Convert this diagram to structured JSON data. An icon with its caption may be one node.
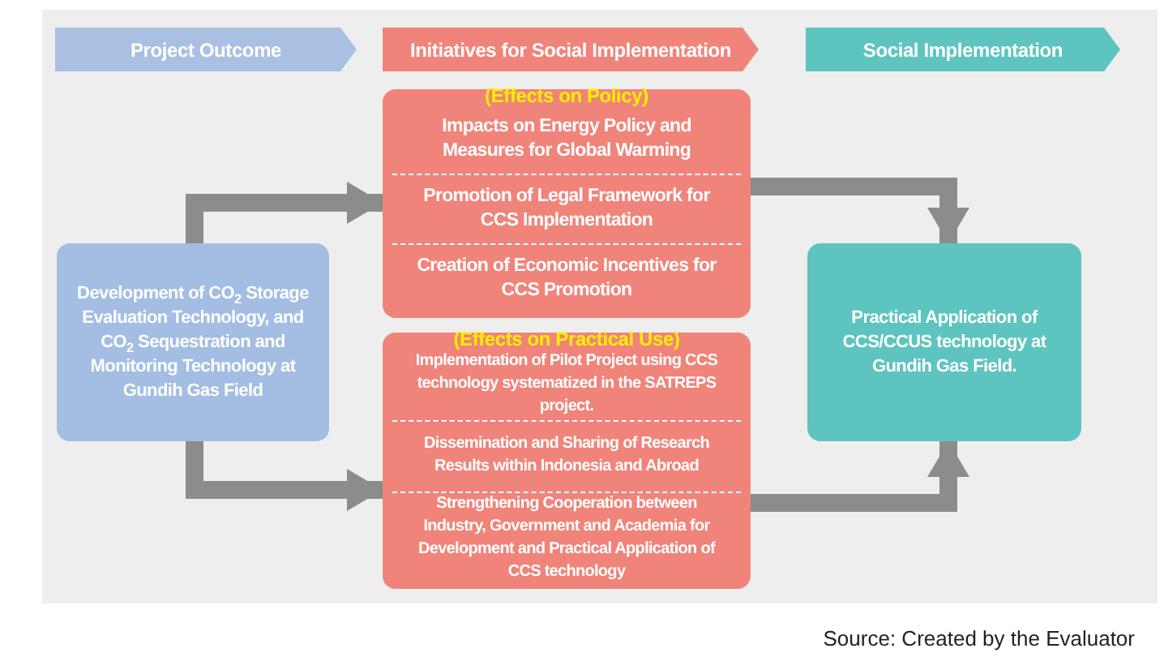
{
  "diagram": {
    "nodes": [
      {
        "text": [
          "Project Outcome"
        ]
      },
      {
        "text": [
          "Initiatives for Social Implementation"
        ]
      },
      {
        "text": [
          "Social Implementation"
        ]
      },
      {
        "text": [
          "Development of CO$_{2}$ Storage Evaluation Technology, and CO$_{2}$ Sequestration and Monitoring Technology at Gundih Gas Field"
        ]
      },
      {
        "text": [
          "(Effects on Policy)"
        ]
      },
      {
        "text": [
          "Impacts on Energy Policy and Measures for Global Warming"
        ],
        "in": 4
      },
      {
        "text": [
          "Promotion of Legal Framework for CCS Implementation"
        ],
        "in": 4
      },
      {
        "text": [
          "Creation of Economic Incentives for CCS Promotion"
        ],
        "in": 4
      },
      {
        "text": [
          "(Effects on Practical Use)"
        ]
      },
      {
        "text": [
          "Implementation of Pilot Project using CCS technology systematized in the SATREPS project."
        ],
        "in": 8
      },
      {
        "text": [
          "Dissemination and Sharing of Research Results within Indonesia and Abroad"
        ],
        "in": 8
      },
      {
        "text": [
          "Strengthening Cooperation between Industry, Government and Academia for Development and Practical Application of CCS technology"
        ],
        "in": 8
      },
      {
        "text": [
          "Practical Application of CCS/CCUS technology at Gundih Gas Field."
        ]
      }
    ],
    "edges": [
      {
        "from": 3,
        "to": 4,
        "arrow": "to"
      },
      {
        "from": 3,
        "to": 8,
        "arrow": "to"
      },
      {
        "from": 4,
        "to": 12,
        "arrow": "to"
      },
      {
        "from": 8,
        "to": 12,
        "arrow": "to"
      }
    ],
    "labels": [
      "Source: Created by the Evaluator"
    ]
  }
}
